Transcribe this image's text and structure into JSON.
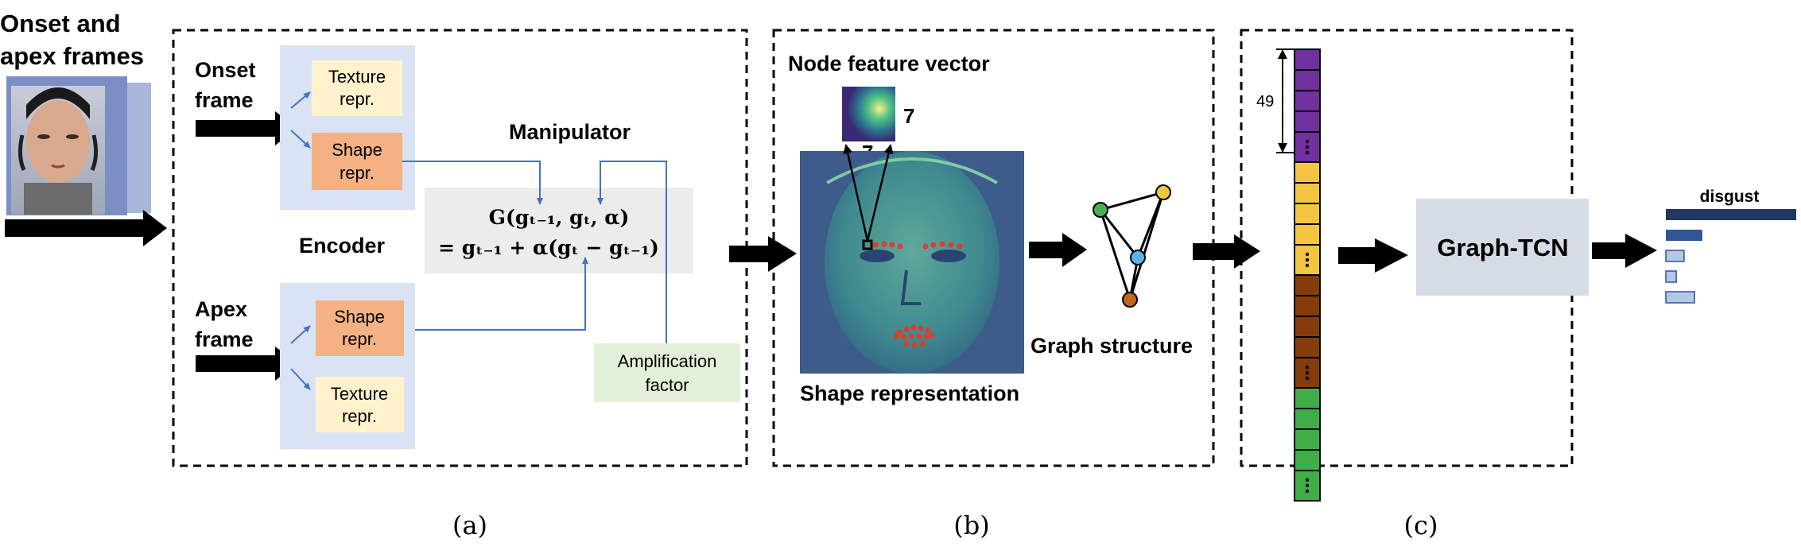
{
  "input": {
    "title_line1": "Onset and",
    "title_line2": "apex frames"
  },
  "panel_a": {
    "onset_line1": "Onset",
    "onset_line2": "frame",
    "apex_line1": "Apex",
    "apex_line2": "frame",
    "texture_line1": "Texture",
    "texture_line2": "repr.",
    "shape_line1": "Shape",
    "shape_line2": "repr.",
    "encoder": "Encoder",
    "manipulator": "Manipulator",
    "formula_line1": "G(gₜ₋₁, gₜ, α)",
    "formula_line2": "=  gₜ₋₁ + α(gₜ − gₜ₋₁)",
    "amp_line1": "Amplification",
    "amp_line2": "factor",
    "caption": "(a)"
  },
  "panel_b": {
    "node_feature": "Node feature vector",
    "patch_w": "7",
    "patch_h": "7",
    "shape_rep": "Shape representation",
    "graph_structure": "Graph structure",
    "caption": "(b)"
  },
  "panel_c": {
    "dim_label": "49",
    "graph_tcn": "Graph-TCN",
    "output_label": "disgust",
    "caption": "(c)",
    "segment_colors": [
      "#7030a0",
      "#f4c542",
      "#843c0c",
      "#3fae49"
    ],
    "output_scores": [
      1.0,
      0.28,
      0.14,
      0.08,
      0.22
    ]
  },
  "colors": {
    "texture_fill": "#fff2cc",
    "shape_fill": "#f4b183",
    "group_fill": "#dae3f3",
    "formula_fill": "#ececec",
    "amp_fill": "#e2f0d9",
    "tcn_fill": "#d6dce5",
    "bar_dark": "#1f3864",
    "bar_mid": "#2f5597",
    "bar_light": "#b4c7e7"
  }
}
